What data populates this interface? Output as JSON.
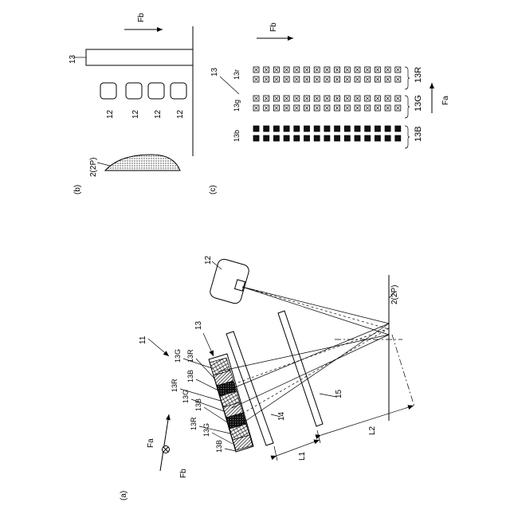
{
  "panel_a": {
    "caption": "(a)",
    "device_label": "11",
    "array_label": "13",
    "row_labels": [
      "13G",
      "13R",
      "13B",
      "13R",
      "13G",
      "13B",
      "13R",
      "13G",
      "13B"
    ],
    "plate_14": "14",
    "plate_15": "15",
    "projector_label": "12",
    "screen_label": "2(2P)",
    "dist_l1": "L1",
    "dist_l2": "L2",
    "dir_fa": "Fa",
    "dir_fb": "Fb"
  },
  "panel_b": {
    "caption": "(b)",
    "dir_fb": "Fb",
    "array_label": "13",
    "projector_labels": [
      "12",
      "12",
      "12",
      "12"
    ],
    "screen_label": "2(2P)"
  },
  "panel_c": {
    "caption": "(c)",
    "dir_fb": "Fb",
    "dir_fa": "Fa",
    "array_label": "13",
    "groups": [
      {
        "key": "r",
        "label": "13r",
        "band_label": "13R",
        "fill": "crossed"
      },
      {
        "key": "g",
        "label": "13g",
        "band_label": "13G",
        "fill": "crossed"
      },
      {
        "key": "b",
        "label": "13b",
        "band_label": "13B",
        "fill": "solid"
      }
    ]
  },
  "colors": {
    "ink": "#000000",
    "paper": "#ffffff",
    "hatch": "#555555"
  }
}
